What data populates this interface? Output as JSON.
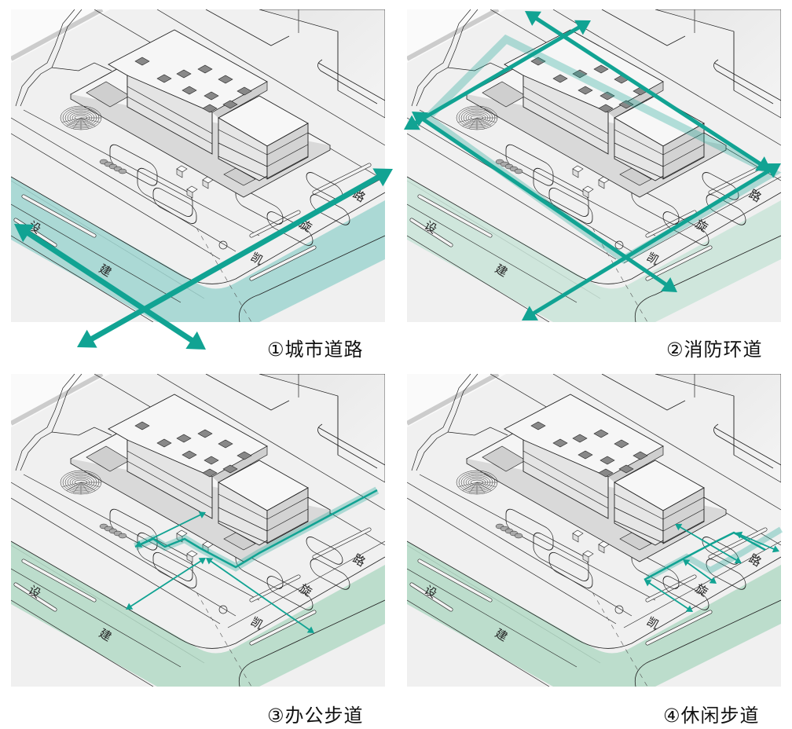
{
  "figure": {
    "title": "交通流线分析",
    "panels": [
      {
        "id": "1",
        "caption": "①城市道路",
        "route_type": "city-road",
        "overlay_color": "#1aa596",
        "road_fill": "#9fd5d0"
      },
      {
        "id": "2",
        "caption": "②消防环道",
        "route_type": "fire-loop",
        "overlay_color": "#1aa596",
        "road_fill": "#c9e4d8"
      },
      {
        "id": "3",
        "caption": "③办公步道",
        "route_type": "office-walkway",
        "overlay_color": "#1aa596",
        "road_fill": "#b3d9c5"
      },
      {
        "id": "4",
        "caption": "④休闲步道",
        "route_type": "leisure-walkway",
        "overlay_color": "#1aa596",
        "road_fill": "#b3d9c5"
      }
    ],
    "road_names": {
      "left_road": [
        "设",
        "建"
      ],
      "right_road": [
        "凯",
        "旋",
        "路"
      ]
    },
    "colors": {
      "arrow": "#11a393",
      "ground": "#efefef",
      "line": "#222222",
      "building_top": "#f6f6f6",
      "building_side": "#dcdcdc"
    }
  }
}
